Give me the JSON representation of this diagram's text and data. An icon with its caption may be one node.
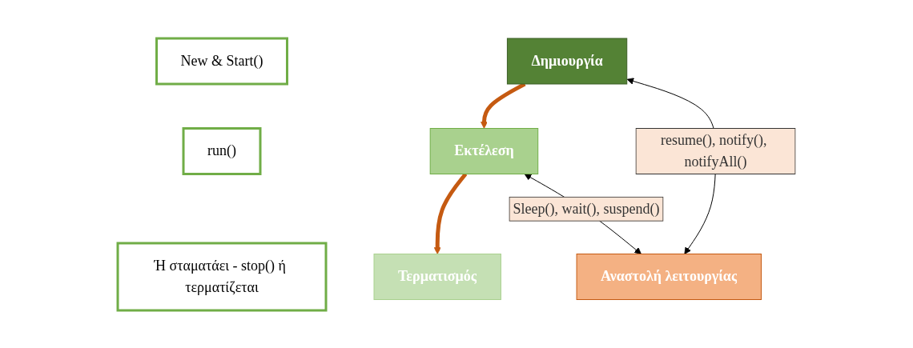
{
  "diagram": {
    "nodes": [
      {
        "text": [
          "New & Start()"
        ]
      },
      {
        "text": [
          "Δημιουργία"
        ]
      },
      {
        "text": [
          "run()"
        ]
      },
      {
        "text": [
          "Εκτέλεση"
        ]
      },
      {
        "text": [
          "Αναστολή λειτουργίας"
        ]
      },
      {
        "text": [
          "Ή σταματάει - stop() ή τερματίζεται"
        ]
      },
      {
        "text": [
          "Τερματισμός"
        ]
      }
    ],
    "edges": [
      {
        "from": 1,
        "to": 3,
        "arrow": "to",
        "style": "thick",
        "color": "#c55a11"
      },
      {
        "from": 3,
        "to": 6,
        "arrow": "to",
        "style": "thick",
        "color": "#c55a11"
      },
      {
        "from": 1,
        "to": 4,
        "arrow": "both",
        "label": "resume(), notify(), notifyAll()",
        "color": "#000000"
      },
      {
        "from": 3,
        "to": 4,
        "arrow": "both",
        "label": "Sleep(), wait(), suspend()",
        "color": "#000000"
      }
    ]
  }
}
